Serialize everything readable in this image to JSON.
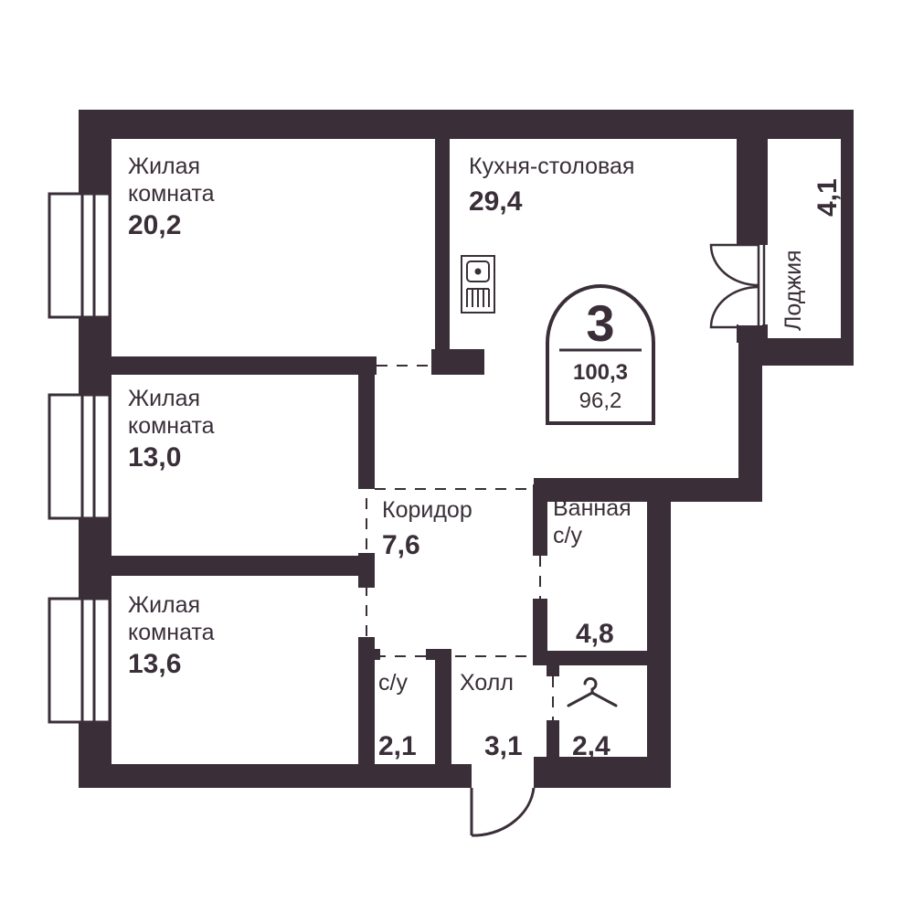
{
  "colors": {
    "wall": "#3a2f38",
    "background": "#ffffff",
    "stroke": "#3a2f38"
  },
  "badge": {
    "rooms": "3",
    "total_area": "100,3",
    "living_area": "96,2"
  },
  "rooms": {
    "living1": {
      "name_line1": "Жилая",
      "name_line2": "комната",
      "area": "20,2"
    },
    "living2": {
      "name_line1": "Жилая",
      "name_line2": "комната",
      "area": "13,0"
    },
    "living3": {
      "name_line1": "Жилая",
      "name_line2": "комната",
      "area": "13,6"
    },
    "kitchen": {
      "name": "Кухня-столовая",
      "area": "29,4"
    },
    "loggia": {
      "name": "Лоджия",
      "area": "4,1"
    },
    "corridor": {
      "name": "Коридор",
      "area": "7,6"
    },
    "bathroom": {
      "name_line1": "Ванная",
      "name_line2": "с/у",
      "area": "4,8"
    },
    "wc": {
      "name": "с/у",
      "area": "2,1"
    },
    "hall": {
      "name": "Холл",
      "area": "3,1"
    },
    "wardrobe": {
      "area": "2,4"
    }
  },
  "icons": {
    "sink": "sink-icon",
    "hanger": "hanger-icon",
    "entry_door": "door-swing-icon",
    "loggia_door": "double-door-icon"
  }
}
